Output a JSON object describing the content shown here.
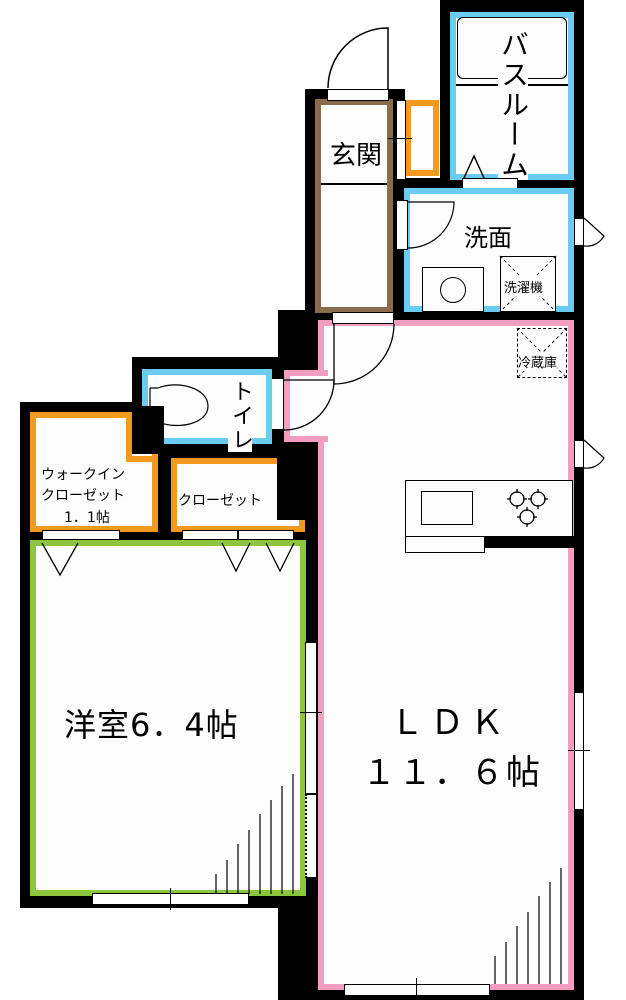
{
  "floor_plan": {
    "rooms": {
      "bathroom": {
        "label": "バスルーム",
        "color": "#6ccbf0"
      },
      "entrance": {
        "label": "玄関",
        "color": "#8b6c4a"
      },
      "washroom": {
        "label": "洗面",
        "color": "#6ccbf0"
      },
      "washing_machine": {
        "label": "洗濯機"
      },
      "refrigerator": {
        "label": "冷蔵庫"
      },
      "toilet": {
        "label": "トイレ",
        "color": "#6ccbf0"
      },
      "walk_in_closet": {
        "line1": "ウォークイン",
        "line2": "クローゼット",
        "line3": "1．1帖",
        "color": "#f39a1e"
      },
      "closet": {
        "label": "クローゼット",
        "color": "#f39a1e"
      },
      "western_room": {
        "label": "洋室6．4帖",
        "color": "#8cc63f"
      },
      "ldk": {
        "line1": "ＬＤＫ",
        "line2": "１１．６帖",
        "color": "#f29ec0"
      }
    },
    "wall_color": "#000000"
  }
}
